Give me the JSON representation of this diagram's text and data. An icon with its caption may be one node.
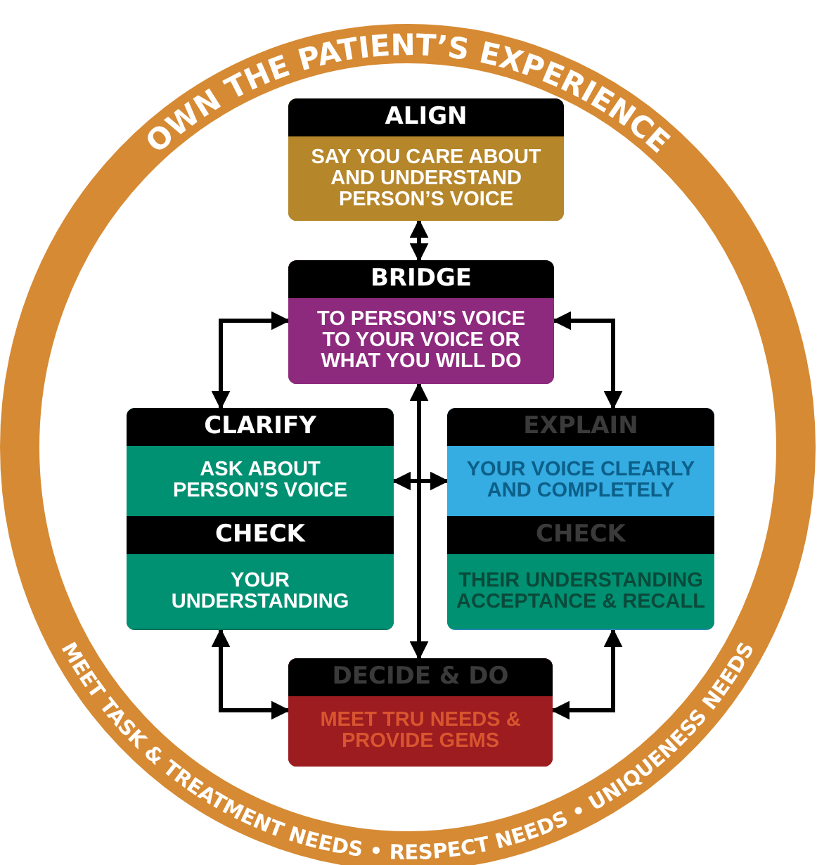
{
  "diagram": {
    "title": "OWN THE PATIENT’S EXPERIENCE",
    "nodes": [
      {
        "text": [
          "ALIGN",
          "SAY YOU CARE ABOUT AND UNDERSTAND PERSON’S VOICE"
        ]
      },
      {
        "text": [
          "BRIDGE",
          "TO PERSON’S VOICE TO YOUR VOICE OR WHAT YOU WILL DO"
        ]
      },
      {
        "text": [
          "CLARIFY",
          "ASK ABOUT PERSON’S VOICE",
          "CHECK",
          "YOUR UNDERSTANDING"
        ]
      },
      {
        "text": [
          "EXPLAIN",
          "YOUR VOICE CLEARLY AND COMPLETELY",
          "CHECK",
          "THEIR UNDERSTANDING ACCEPTANCE & RECALL"
        ]
      },
      {
        "text": [
          "DECIDE & DO",
          "MEET TRU NEEDS & PROVIDE GEMS"
        ]
      }
    ],
    "edges": [
      {
        "from": 0,
        "to": 1,
        "arrow": "both"
      },
      {
        "from": 1,
        "to": 2,
        "arrow": "both"
      },
      {
        "from": 1,
        "to": 3,
        "arrow": "both"
      },
      {
        "from": 1,
        "to": 4,
        "arrow": "both"
      },
      {
        "from": 2,
        "to": 3,
        "arrow": "both"
      },
      {
        "from": 2,
        "to": 4,
        "arrow": "both"
      },
      {
        "from": 3,
        "to": 4,
        "arrow": "both"
      }
    ],
    "labels": [
      "MEET TASK & TREATMENT NEEDS • RESPECT NEEDS • UNIQUENESS NEEDS"
    ]
  }
}
